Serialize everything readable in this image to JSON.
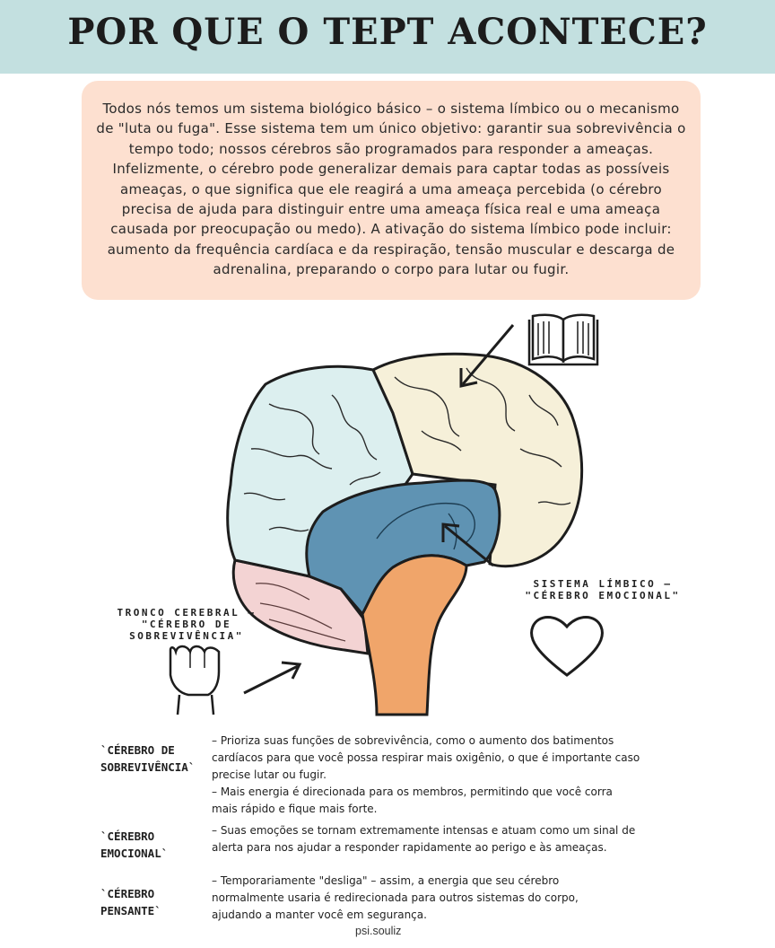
{
  "header": {
    "title": "POR QUE O TEPT ACONTECE?"
  },
  "intro": {
    "lines": [
      "Todos nós temos um sistema biológico básico – o sistema límbico ou o mecanismo",
      "de \"luta ou fuga\". Esse sistema tem um único objetivo: garantir sua sobrevivência o",
      "tempo todo; nossos cérebros são programados para responder a ameaças.",
      "Infelizmente, o cérebro pode generalizar demais para captar todas as possíveis",
      "ameaças, o que significa que ele reagirá a uma ameaça percebida (o cérebro",
      "precisa de ajuda para distinguir entre uma ameaça física real e uma ameaça",
      "causada por preocupação ou medo). A ativação do sistema límbico pode incluir:",
      "aumento da frequência cardíaca e da respiração, tensão muscular e descarga de",
      "adrenalina, preparando o corpo para lutar ou fugir."
    ]
  },
  "labels": {
    "limbic": [
      "SISTEMA LÍMBICO –",
      "\"CÉREBRO EMOCIONAL\""
    ],
    "brainstem": [
      "TRONCO CEREBRAL –",
      "\"CÉREBRO DE",
      "SOBREVIVÊNCIA\""
    ]
  },
  "icons": {
    "book": "book-icon",
    "heart": "heart-icon",
    "fist": "fist-icon"
  },
  "colors": {
    "header_bg": "#c3e0e0",
    "intro_bg": "#fde0d0",
    "frontal_lobe": "#dcefef",
    "parietal_lobe": "#f6f0d9",
    "limbic_system": "#5f93b3",
    "brainstem": "#f0a56a",
    "cerebellum": "#f3d3d3"
  },
  "definitions": [
    {
      "term": [
        "`CÉREBRO DE",
        "SOBREVIVÊNCIA`"
      ],
      "desc": [
        "– Prioriza suas funções de sobrevivência, como o aumento dos batimentos",
        "cardíacos para que você possa respirar mais oxigênio, o que é importante caso",
        "precise lutar ou fugir.",
        " – Mais energia é direcionada para os membros, permitindo que você corra",
        "mais rápido e fique mais forte."
      ]
    },
    {
      "term": [
        "`CÉREBRO",
        "EMOCIONAL`"
      ],
      "desc": [
        "– Suas emoções se tornam extremamente intensas e atuam como um sinal de",
        "alerta para nos ajudar a responder rapidamente ao perigo e às ameaças."
      ]
    },
    {
      "term": [
        "`CÉREBRO",
        "PENSANTE`"
      ],
      "desc": [
        "– Temporariamente \"desliga\" – assim, a energia que seu cérebro",
        "normalmente usaria é redirecionada para outros sistemas do corpo,",
        "ajudando a manter você em segurança."
      ]
    }
  ],
  "footer": {
    "signature": "psi.souliz"
  }
}
